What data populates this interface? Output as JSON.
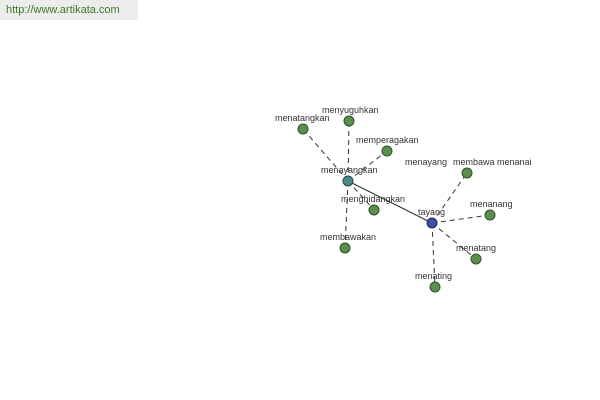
{
  "banner": {
    "url": "http://www.artikata.com"
  },
  "graph": {
    "nodes": [
      {
        "id": "menayangkan",
        "label": "menayangkan",
        "kind": "hub"
      },
      {
        "id": "tayang",
        "label": "tayang",
        "kind": "root"
      },
      {
        "id": "menatangkan",
        "label": "menatangkan",
        "kind": "leaf"
      },
      {
        "id": "menyuguhkan",
        "label": "menyuguhkan",
        "kind": "leaf"
      },
      {
        "id": "memperagakan",
        "label": "memperagakan",
        "kind": "leaf"
      },
      {
        "id": "menghidangkan",
        "label": "menghidangkan",
        "kind": "leaf"
      },
      {
        "id": "membawakan",
        "label": "membawakan",
        "kind": "leaf"
      },
      {
        "id": "menayang",
        "label": "menayang",
        "kind": "leaf"
      },
      {
        "id": "membawa-menanai",
        "label": "membawa menanai",
        "kind": "leaf"
      },
      {
        "id": "menanang",
        "label": "menanang",
        "kind": "leaf"
      },
      {
        "id": "menatang",
        "label": "menatang",
        "kind": "leaf"
      },
      {
        "id": "menating",
        "label": "menating",
        "kind": "leaf"
      }
    ],
    "edges": [
      {
        "from": "menayangkan",
        "to": "tayang",
        "style": "solid"
      },
      {
        "from": "menayangkan",
        "to": "menatangkan",
        "style": "dashed"
      },
      {
        "from": "menayangkan",
        "to": "menyuguhkan",
        "style": "dashed"
      },
      {
        "from": "menayangkan",
        "to": "memperagakan",
        "style": "dashed"
      },
      {
        "from": "menayangkan",
        "to": "menghidangkan",
        "style": "dashed"
      },
      {
        "from": "menayangkan",
        "to": "membawakan",
        "style": "dashed"
      },
      {
        "from": "tayang",
        "to": "membawa-menanai",
        "style": "dashed"
      },
      {
        "from": "tayang",
        "to": "menanang",
        "style": "dashed"
      },
      {
        "from": "tayang",
        "to": "menatang",
        "style": "dashed"
      },
      {
        "from": "tayang",
        "to": "menating",
        "style": "dashed"
      }
    ]
  }
}
